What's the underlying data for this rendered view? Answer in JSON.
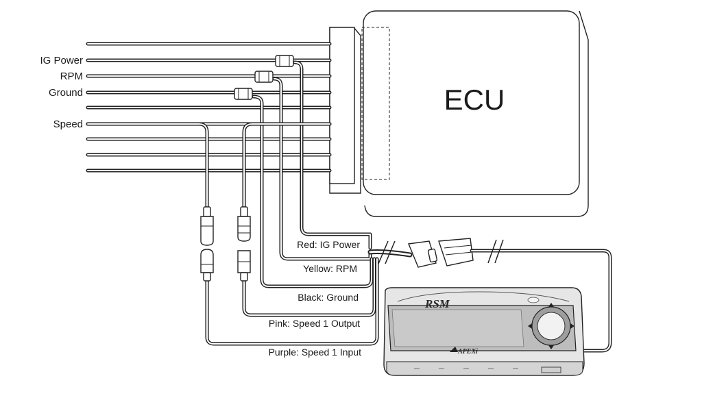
{
  "ecu": {
    "label": "ECU"
  },
  "harness_labels": {
    "ig_power": "IG Power",
    "rpm": "RPM",
    "ground": "Ground",
    "speed": "Speed"
  },
  "wire_labels": {
    "red": "Red: IG Power",
    "yellow": "Yellow: RPM",
    "black": "Black: Ground",
    "pink": "Pink: Speed 1 Output",
    "purple": "Purple: Speed 1 Input"
  },
  "device": {
    "model_logo": "RSM",
    "brand": "APEXi"
  },
  "colors": {
    "line": "#222222",
    "wire_fill": "#ffffff",
    "device_body": "#e6e6e6",
    "panel_dark": "#bdbdbd"
  }
}
